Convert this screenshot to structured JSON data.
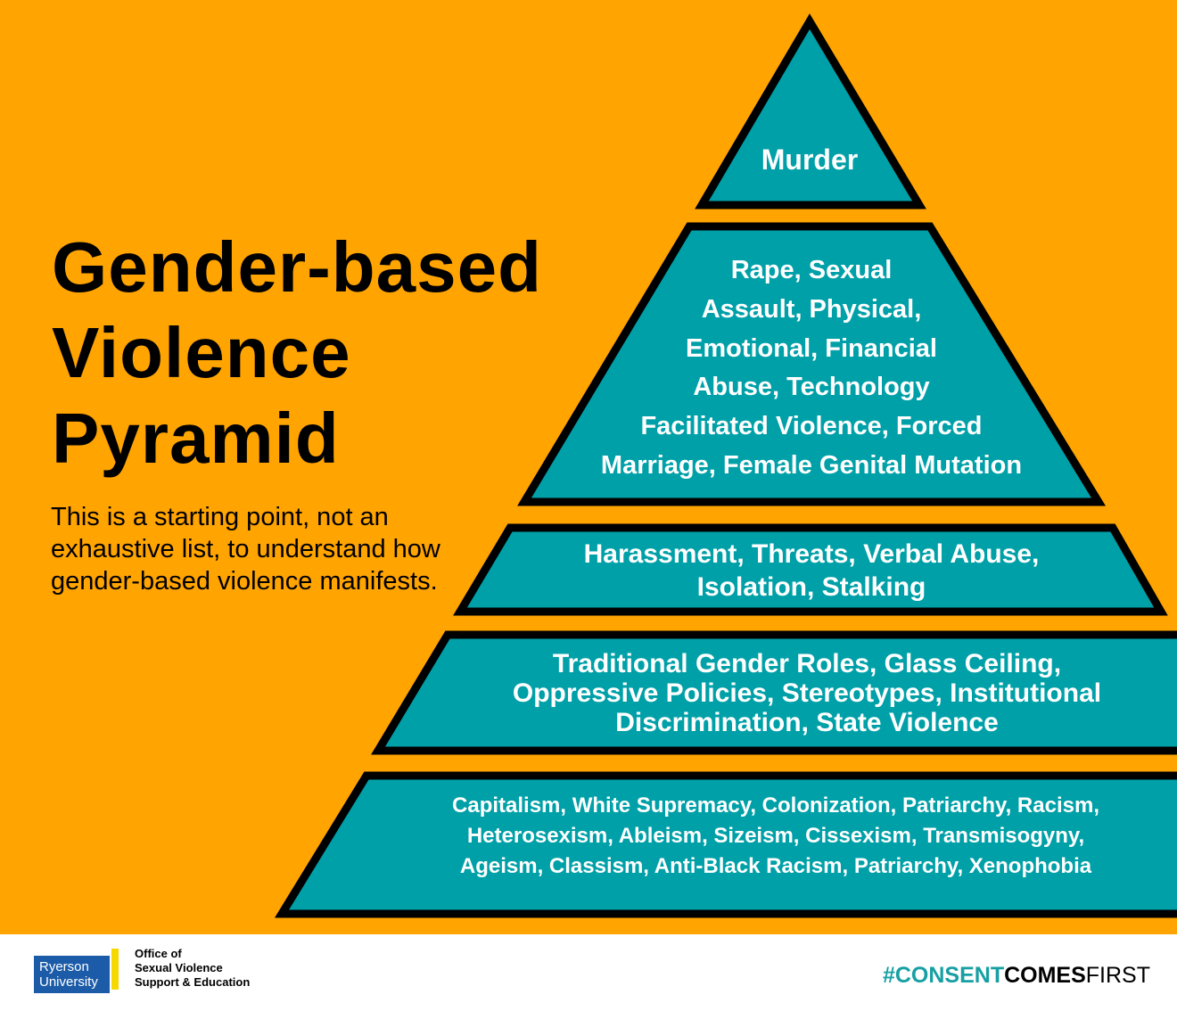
{
  "title": {
    "lines": [
      "Gender-based",
      "Violence",
      "Pyramid"
    ]
  },
  "subtitle": "This is a starting point, not an exhaustive list, to understand how gender-based violence manifests.",
  "tiers": [
    {
      "lines": [
        "Murder"
      ]
    },
    {
      "lines": [
        "Rape, Sexual",
        "Assault, Physical,",
        "Emotional, Financial",
        "Abuse, Technology",
        "Facilitated Violence, Forced",
        "Marriage, Female Genital Mutation"
      ]
    },
    {
      "lines": [
        "Harassment, Threats, Verbal Abuse,",
        "Isolation, Stalking"
      ]
    },
    {
      "lines": [
        "Traditional Gender Roles, Glass Ceiling,",
        "Oppressive Policies, Stereotypes, Institutional",
        "Discrimination, State Violence"
      ]
    },
    {
      "lines": [
        "Capitalism, White Supremacy, Colonization, Patriarchy, Racism,",
        "Heterosexism, Ableism, Sizeism, Cissexism, Transmisogyny,",
        "Ageism, Classism, Anti-Black Racism, Patriarchy, Xenophobia"
      ]
    }
  ],
  "footer": {
    "logo": [
      "Ryerson",
      "University"
    ],
    "office": [
      "Office of",
      "Sexual Violence",
      "Support & Education"
    ],
    "hashtag": {
      "part1": "#CONSENT",
      "part2": "COMES",
      "part3": "FIRST"
    }
  },
  "colors": {
    "background": "#FFA400",
    "teal": "#00A0A8",
    "outline": "#000000"
  }
}
